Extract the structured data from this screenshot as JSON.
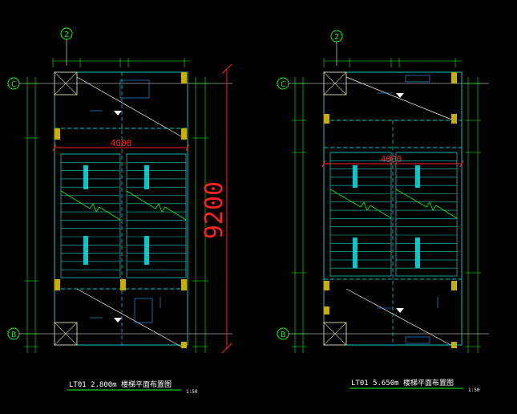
{
  "drawing": {
    "colors": {
      "background": "#000000",
      "dimension": "#00ff00",
      "concrete": "#00c8c8",
      "grid_line": "#ffffff",
      "column": "#c8c8a0",
      "column_fill": "#c8b000",
      "annotation": "#33aaff",
      "highlight": "#ff2020"
    },
    "plans": [
      {
        "top_axis": "2",
        "row_axis_top": "C",
        "row_axis_bottom": "B",
        "width_dim": "4000",
        "overall_dim": "9200",
        "caption": "LT01 2.800m 楼梯平面布置图",
        "scale": "1:50"
      },
      {
        "top_axis": "2",
        "row_axis_top": "C",
        "row_axis_bottom": "B",
        "width_dim": "4000",
        "caption": "LT01 5.650m 楼梯平面布置图",
        "scale": "1:50"
      }
    ]
  }
}
